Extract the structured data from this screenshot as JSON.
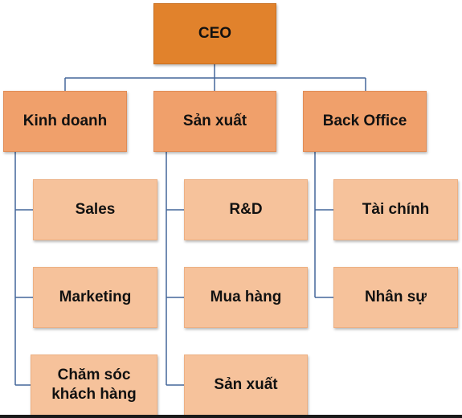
{
  "org_chart": {
    "root": {
      "label": "CEO"
    },
    "departments": [
      {
        "label": "Kinh doanh",
        "units": [
          "Sales",
          "Marketing",
          "Chăm sóc khách hàng"
        ]
      },
      {
        "label": "Sản xuất",
        "units": [
          "R&D",
          "Mua hàng",
          "Sản xuất"
        ]
      },
      {
        "label": "Back Office",
        "units": [
          "Tài chính",
          "Nhân sự"
        ]
      }
    ]
  },
  "colors": {
    "root_fill": "#e1822c",
    "department_fill": "#f0a06b",
    "unit_fill": "#f6c29b",
    "connector": "#44679a"
  }
}
